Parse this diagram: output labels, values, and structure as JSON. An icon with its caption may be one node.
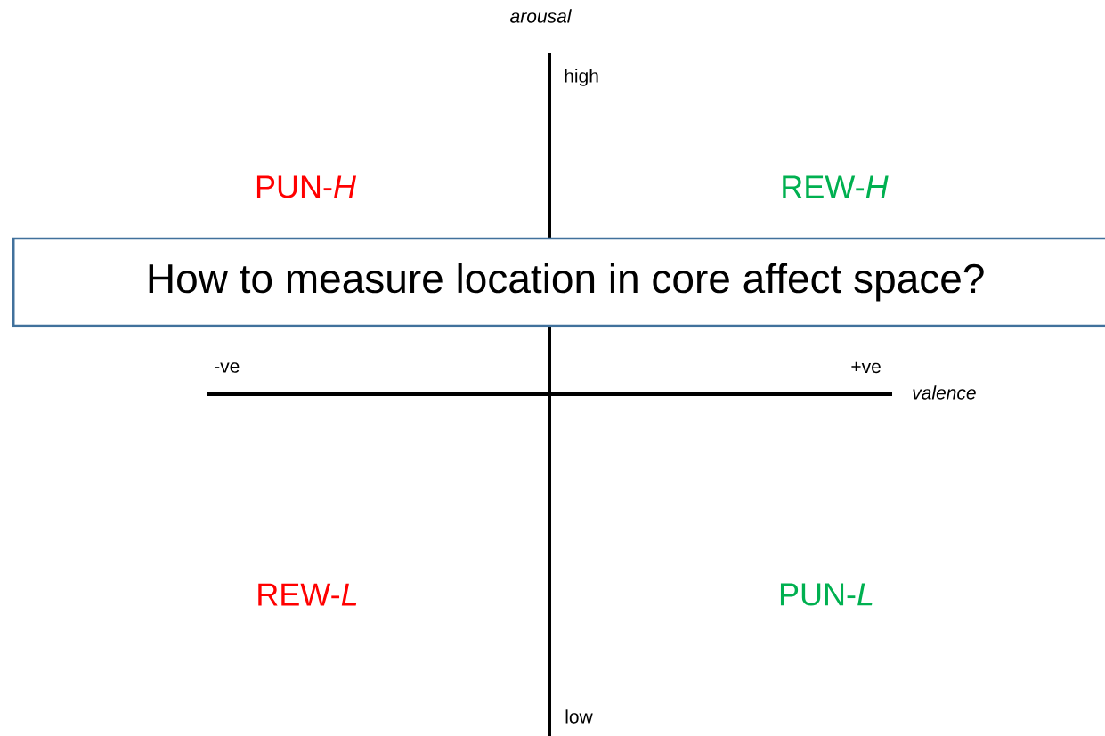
{
  "diagram": {
    "nodes": [
      {
        "text": [
          "How to measure location in core affect space?"
        ]
      }
    ],
    "labels": [
      "arousal",
      "high",
      "PUN-*H*",
      "REW-*H*",
      "-ve",
      "+ve",
      "valence",
      "REW-*L*",
      "PUN-*L*",
      "low"
    ]
  }
}
